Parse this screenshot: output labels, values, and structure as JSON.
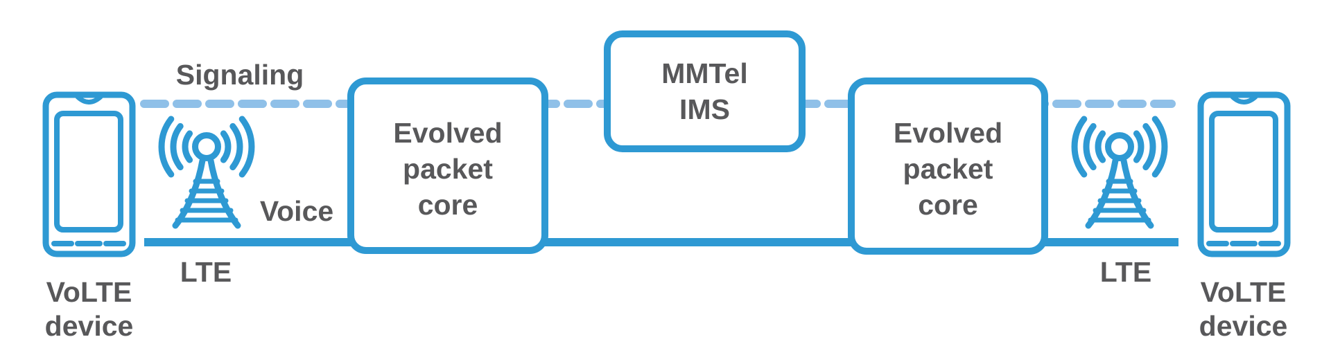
{
  "colors": {
    "primary": "#2E99D3",
    "dash": "#8FC0E8",
    "text": "#58585A",
    "background": "#FFFFFF"
  },
  "connections": {
    "signaling_label": "Signaling",
    "voice_label": "Voice",
    "lte_label_left": "LTE",
    "lte_label_right": "LTE"
  },
  "nodes": {
    "device_left": {
      "icon": "smartphone-icon",
      "lines": [
        "VoLTE",
        "device"
      ]
    },
    "tower_left": {
      "icon": "cell-tower-icon"
    },
    "epc_left": {
      "lines": [
        "Evolved",
        "packet",
        "core"
      ]
    },
    "mmtel": {
      "lines": [
        "MMTel",
        "IMS"
      ]
    },
    "epc_right": {
      "lines": [
        "Evolved",
        "packet",
        "core"
      ]
    },
    "tower_right": {
      "icon": "cell-tower-icon"
    },
    "device_right": {
      "icon": "smartphone-icon",
      "lines": [
        "VoLTE",
        "device"
      ]
    }
  }
}
